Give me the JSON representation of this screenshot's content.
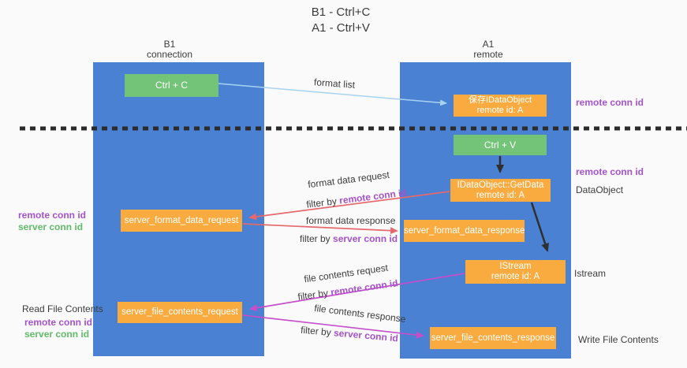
{
  "title": {
    "line1": "B1 - Ctrl+C",
    "line2": "A1 - Ctrl+V"
  },
  "lifelines": {
    "left": {
      "name": "B1",
      "role": "connection"
    },
    "right": {
      "name": "A1",
      "role": "remote"
    }
  },
  "nodes": {
    "ctrl_c": {
      "label": "Ctrl + C"
    },
    "save_dataobject": {
      "line1": "保存IDataObject",
      "line2": "remote id: A"
    },
    "ctrl_v": {
      "label": "Ctrl + V"
    },
    "getdata": {
      "line1": "IDataObject::GetData",
      "line2": "remote id: A"
    },
    "format_request": {
      "label": "server_format_data_request"
    },
    "format_response": {
      "label": "server_format_data_response"
    },
    "istream": {
      "line1": "IStream",
      "line2": "remote id: A"
    },
    "file_request": {
      "label": "server_file_contents_request"
    },
    "file_response": {
      "label": "server_file_contents_response"
    }
  },
  "edges": {
    "format_list": {
      "label": "format list"
    },
    "format_request": {
      "line1": "format data request",
      "filter_label": "filter by",
      "filter_key": "remote conn id"
    },
    "format_response": {
      "line1": "format data response",
      "filter_label": "filter by",
      "filter_key": "server conn id"
    },
    "file_request": {
      "line1": "file contents request",
      "filter_label": "filter by",
      "filter_key": "remote conn id"
    },
    "file_response": {
      "line1": "file contents response",
      "filter_label": "filter by",
      "filter_key": "server conn id"
    }
  },
  "annotations": {
    "right_remote_conn_top": "remote conn id",
    "right_remote_conn_mid": "remote conn id",
    "dataobject": "DataObject",
    "istream": "Istream",
    "write_file": "Write File Contents",
    "left_remote_conn_top": "remote conn id",
    "left_server_conn_top": "server conn id",
    "read_file": "Read File Contents",
    "left_remote_conn_bottom": "remote conn id",
    "left_server_conn_bottom": "server conn id"
  },
  "colors": {
    "lifeline_blue": "#4a81d3",
    "box_green": "#73c378",
    "box_orange": "#f9ab40",
    "arrow_lightblue": "#a6d3f2",
    "arrow_red": "#e5696c",
    "arrow_magenta": "#c74ecb",
    "arrow_black": "#2f2f2f",
    "dash_black": "#2b2b2b",
    "text_purple": "#a653c9",
    "text_green": "#5fbc68"
  }
}
